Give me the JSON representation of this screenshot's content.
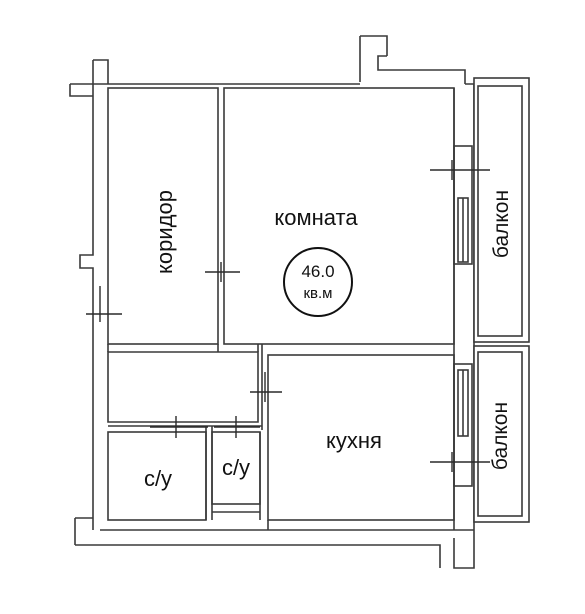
{
  "rooms": {
    "corridor": "коридор",
    "room": "комната",
    "kitchen": "кухня",
    "balcony_top": "балкон",
    "balcony_bottom": "балкон",
    "bathroom_left": "с/у",
    "bathroom_right": "с/у"
  },
  "area": {
    "value": "46.0",
    "unit": "кв.м"
  },
  "colors": {
    "line": "#3a3a3a",
    "text": "#111111",
    "background": "#ffffff"
  }
}
